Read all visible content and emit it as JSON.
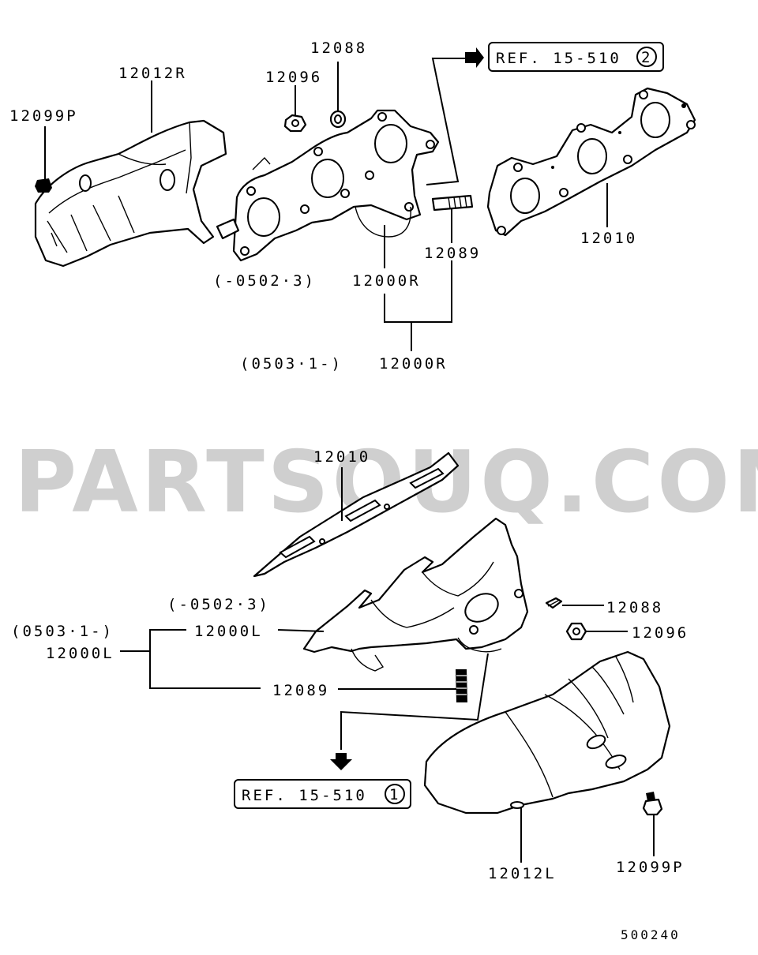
{
  "watermark": "PARTSOUQ.COM",
  "diagram_code": "500240",
  "upper": {
    "heat_protector": "12012R",
    "bolt": "12099P",
    "nut": "12096",
    "washer": "12088",
    "reference": {
      "text": "REF. 15-510",
      "circle": "2"
    },
    "gasket": "12010",
    "stud": "12089",
    "manifold_early_range": "(-0502·3)",
    "manifold_early": "12000R",
    "manifold_late_range": "(0503·1-)",
    "manifold_late": "12000R"
  },
  "lower": {
    "gasket": "12010",
    "manifold_early_range": "(-0502·3)",
    "manifold_late_range": "(0503·1-)",
    "manifold_early": "12000L",
    "manifold_late": "12000L",
    "washer": "12088",
    "nut": "12096",
    "stud": "12089",
    "reference": {
      "text": "REF. 15-510",
      "circle": "1"
    },
    "heat_protector": "12012L",
    "bolt": "12099P"
  }
}
